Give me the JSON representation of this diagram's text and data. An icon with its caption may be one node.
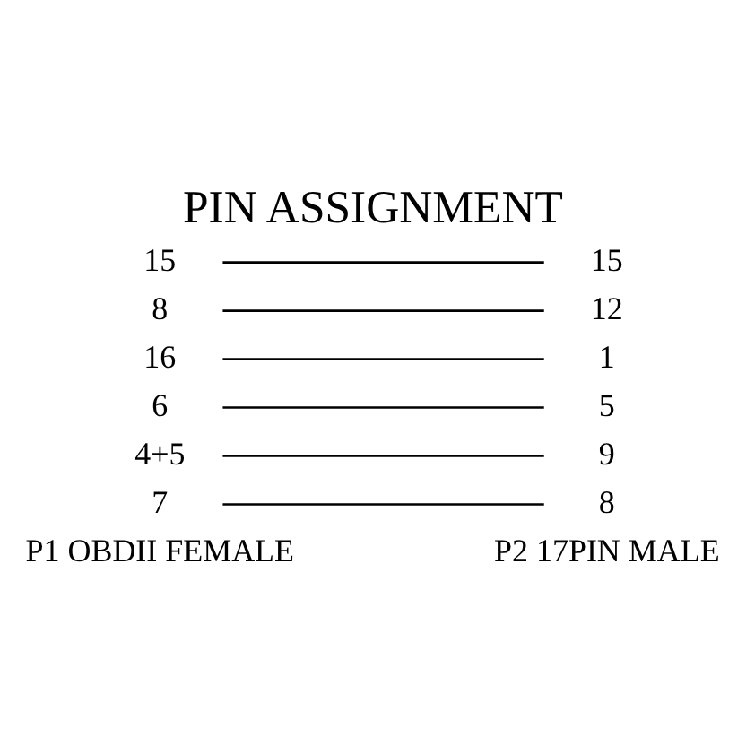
{
  "diagram": {
    "title": "PIN ASSIGNMENT",
    "nodes": [
      {
        "text": [
          "7"
        ]
      },
      {
        "text": [
          "4+5"
        ]
      },
      {
        "text": [
          "6"
        ]
      },
      {
        "text": [
          "16"
        ]
      },
      {
        "text": [
          "8"
        ]
      },
      {
        "text": [
          "15"
        ]
      },
      {
        "text": [
          "8"
        ]
      },
      {
        "text": [
          "9"
        ]
      },
      {
        "text": [
          "5"
        ]
      },
      {
        "text": [
          "1"
        ]
      },
      {
        "text": [
          "12"
        ]
      },
      {
        "text": [
          "15"
        ]
      }
    ],
    "edges": [
      {
        "from": 0,
        "to": 6,
        "arrow": "none"
      },
      {
        "from": 1,
        "to": 7,
        "arrow": "none"
      },
      {
        "from": 2,
        "to": 8,
        "arrow": "none"
      },
      {
        "from": 3,
        "to": 9,
        "arrow": "none"
      },
      {
        "from": 4,
        "to": 10,
        "arrow": "none"
      },
      {
        "from": 5,
        "to": 11,
        "arrow": "none"
      }
    ],
    "labels": [
      "P1 OBDII FEMALE",
      "P2 17PIN MALE"
    ]
  }
}
